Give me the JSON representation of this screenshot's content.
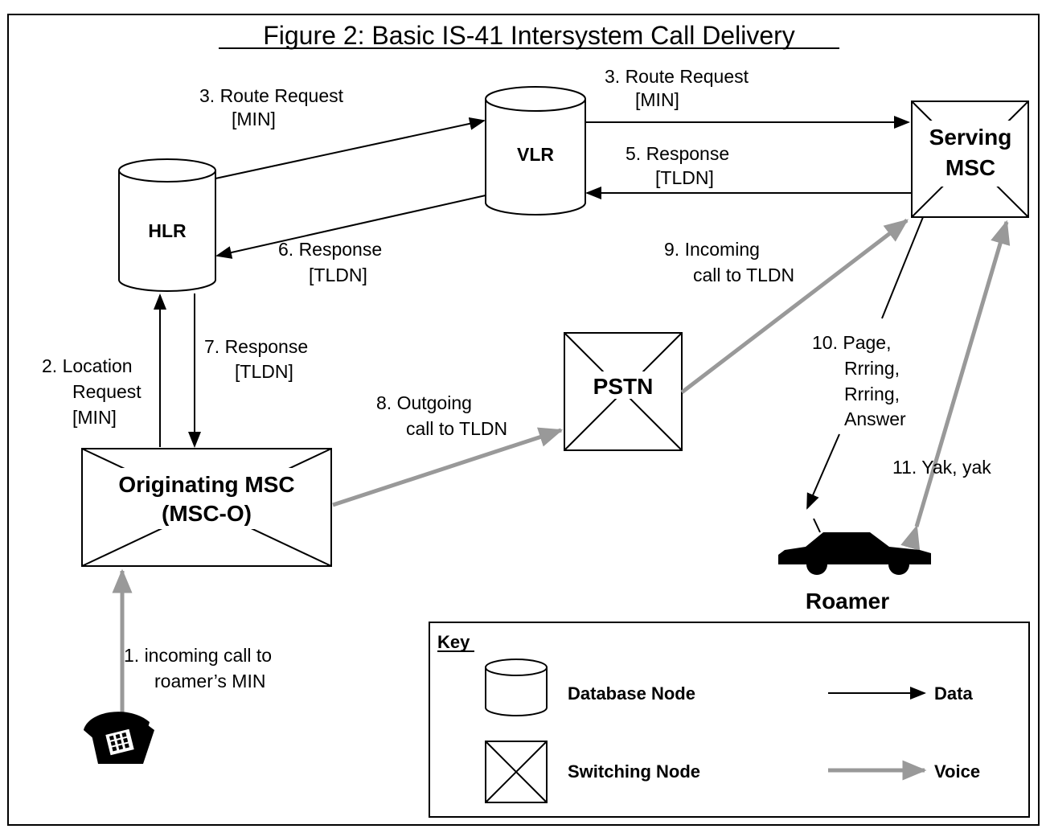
{
  "title": "Figure 2: Basic IS-41 Intersystem Call Delivery",
  "nodes": {
    "hlr": "HLR",
    "vlr": "VLR",
    "serving_msc": [
      "Serving",
      "MSC"
    ],
    "pstn": "PSTN",
    "originating_msc": [
      "Originating MSC",
      "(MSC-O)"
    ],
    "roamer": "Roamer"
  },
  "messages": {
    "m1": [
      "1.  incoming call to",
      "roamer’s MIN"
    ],
    "m2": [
      "2.  Location",
      "Request",
      "[MIN]"
    ],
    "m3a": [
      "3.  Route Request",
      "[MIN]"
    ],
    "m3b": [
      "3.  Route Request",
      "[MIN]"
    ],
    "m5": [
      "5.  Response",
      "[TLDN]"
    ],
    "m6": [
      "6.  Response",
      "[TLDN]"
    ],
    "m7": [
      "7.  Response",
      "[TLDN]"
    ],
    "m8": [
      "8.  Outgoing",
      "call to TLDN"
    ],
    "m9": [
      "9.  Incoming",
      "call to TLDN"
    ],
    "m10": [
      "10. Page,",
      "Rrring,",
      "Rrring,",
      "Answer"
    ],
    "m11": "11. Yak, yak"
  },
  "key": {
    "title": "Key",
    "database_node": "Database Node",
    "switching_node": "Switching Node",
    "data": "Data",
    "voice": "Voice"
  },
  "colors": {
    "data_line": "#000000",
    "voice_line": "#999999"
  },
  "icons": [
    "telephone-icon",
    "car-icon"
  ]
}
